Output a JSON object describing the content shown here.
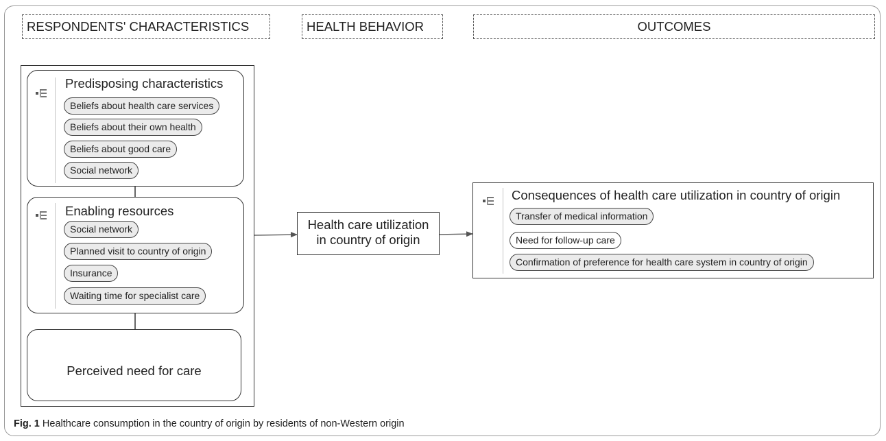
{
  "headers": {
    "respondents": "RESPONDENTS' CHARACTERISTICS",
    "behavior": "HEALTH BEHAVIOR",
    "outcomes": "OUTCOMES"
  },
  "predisposing": {
    "title": "Predisposing characteristics",
    "items": [
      "Beliefs about health care services",
      "Beliefs about their own health",
      "Beliefs about good care",
      "Social network"
    ]
  },
  "enabling": {
    "title": "Enabling resources",
    "items": [
      "Social network",
      "Planned visit to country of origin",
      "Insurance",
      "Waiting time for specialist care"
    ]
  },
  "need": {
    "title": "Perceived need for care"
  },
  "behavior_box": {
    "line1": "Health care utilization",
    "line2": "in country of origin"
  },
  "consequences": {
    "title": "Consequences of health care utilization in country of origin",
    "items": [
      "Transfer of medical information",
      "Need for follow-up care",
      "Confirmation of preference for health care system in country of origin"
    ]
  },
  "caption": {
    "label": "Fig. 1",
    "text": " Healthcare consumption in the country of origin by residents of non-Western origin"
  },
  "icons": {
    "hierarchy": "hierarchy-icon"
  },
  "colors": {
    "pill_fill": "#ebebeb",
    "line": "#333333",
    "frame": "#9a9a9a"
  }
}
